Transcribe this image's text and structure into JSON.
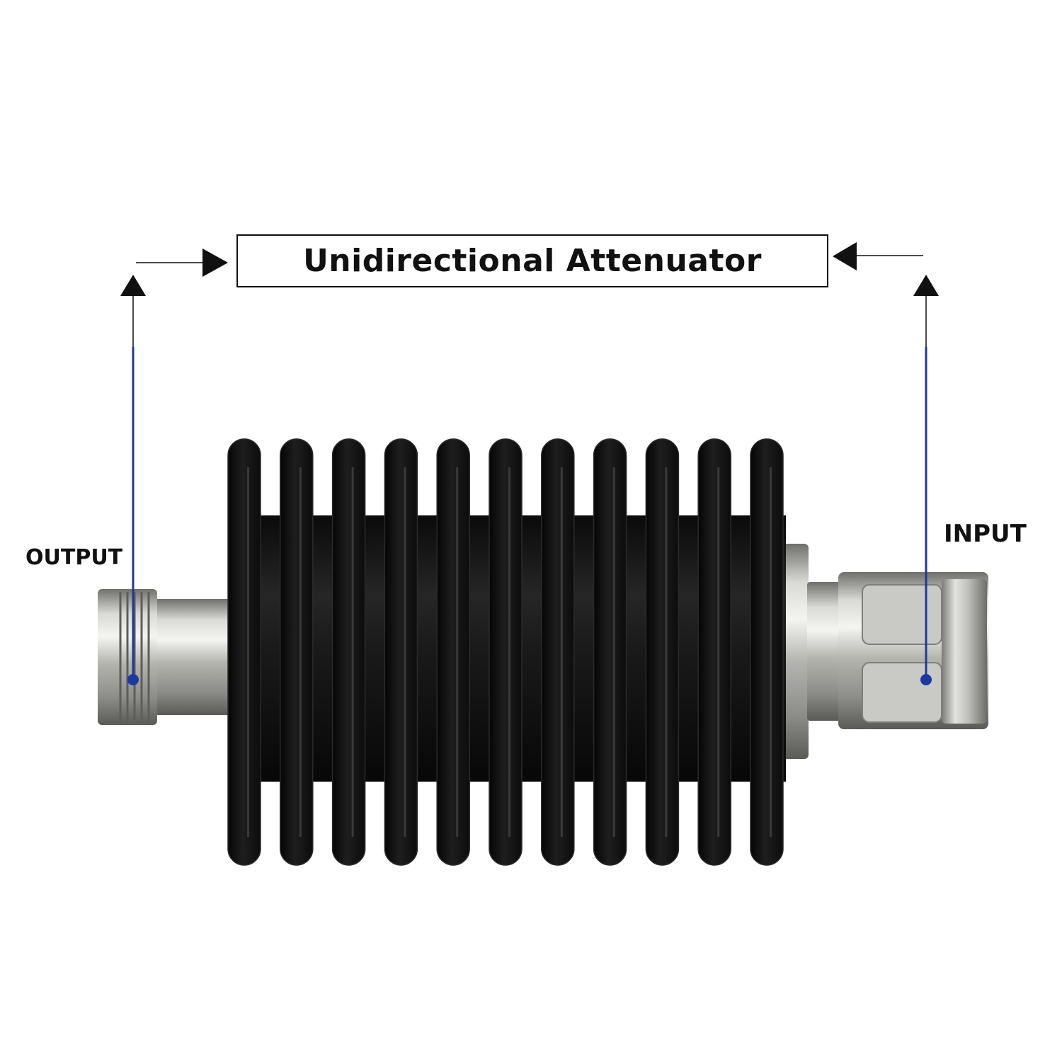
{
  "title": "Unidirectional Attenuator",
  "labels": {
    "output": "OUTPUT",
    "input": "INPUT"
  },
  "colors": {
    "pointer_line": "#1a3aa0",
    "heatsink": "#141414",
    "metal": "#b9b9b4",
    "text": "#111111"
  },
  "heatsink": {
    "fin_count": 11
  },
  "flow_direction": "input-to-output"
}
